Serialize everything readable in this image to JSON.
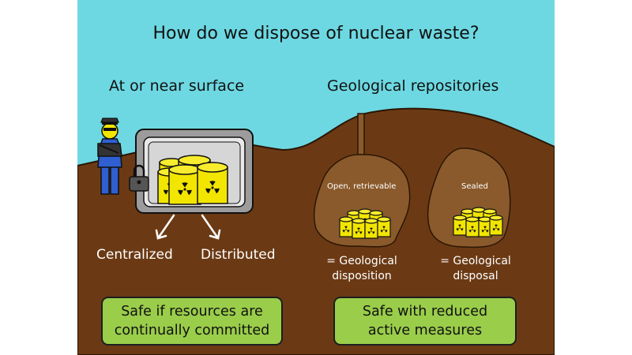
{
  "title": "How do we dispose of nuclear waste?",
  "left": {
    "heading": "At or near surface",
    "options": [
      "Centralized",
      "Distributed"
    ],
    "summary_line1": "Safe if resources are",
    "summary_line2": "continually committed"
  },
  "right": {
    "heading": "Geological repositories",
    "cavern_open_label": "Open, retrievable",
    "cavern_sealed_label": "Sealed",
    "result_open_line1": "= Geological",
    "result_open_line2": "disposition",
    "result_sealed_line1": "= Geological",
    "result_sealed_line2": "disposal",
    "summary_line1": "Safe with reduced",
    "summary_line2": "active measures"
  },
  "colors": {
    "sky": "#6dd8e2",
    "ground": "#6b3a14",
    "cavern": "#8a5a2c",
    "barrel": "#f2e500",
    "vault": "#9c9c9c",
    "summary_box": "#9acd4a"
  },
  "icons": [
    "guard-figure-icon",
    "padlock-icon",
    "radiation-barrel-icon",
    "arrow-icon"
  ]
}
